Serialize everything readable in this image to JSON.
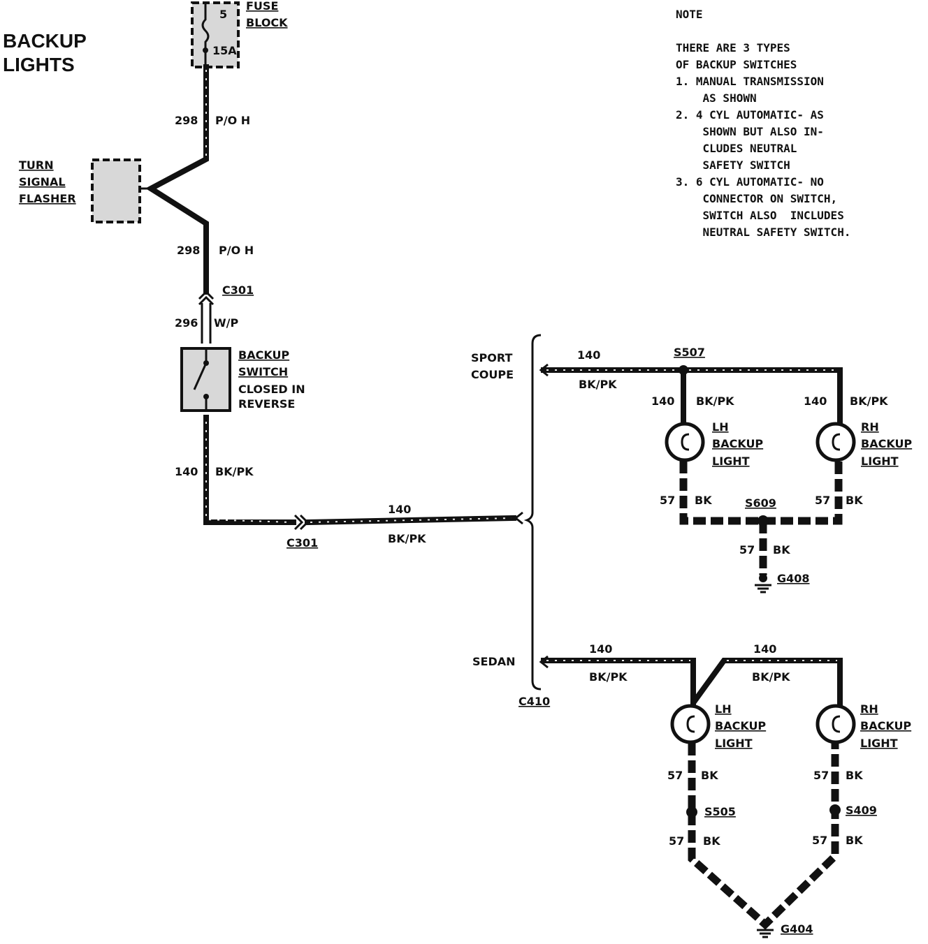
{
  "title": {
    "line1": "BACKUP",
    "line2": "LIGHTS"
  },
  "note": {
    "heading": "NOTE",
    "lines": [
      "THERE ARE 3 TYPES",
      "OF BACKUP SWITCHES",
      "1. MANUAL TRANSMISSION",
      "    AS SHOWN",
      "2. 4 CYL AUTOMATIC- AS",
      "    SHOWN BUT ALSO IN-",
      "    CLUDES NEUTRAL",
      "    SAFETY SWITCH",
      "3. 6 CYL AUTOMATIC- NO",
      "    CONNECTOR ON SWITCH,",
      "    SWITCH ALSO  INCLUDES",
      "    NEUTRAL SAFETY SWITCH."
    ]
  },
  "fuse": {
    "number": "5",
    "rating": "15A",
    "label1": "FUSE",
    "label2": "BLOCK"
  },
  "flasher": {
    "label1": "TURN",
    "label2": "SIGNAL",
    "label3": "FLASHER"
  },
  "switch": {
    "label1": "BACKUP",
    "label2": "SWITCH",
    "label3": "CLOSED IN",
    "label4": "REVERSE"
  },
  "wires": {
    "w298_top": {
      "circuit": "298",
      "color": "P/O H"
    },
    "w298_bot": {
      "circuit": "298",
      "color": "P/O H"
    },
    "w296": {
      "circuit": "296",
      "color": "W/P"
    },
    "w140_sw": {
      "circuit": "140",
      "color": "BK/PK"
    },
    "w140_main": {
      "circuit": "140",
      "color": "BK/PK"
    },
    "w140_sc": {
      "circuit": "140",
      "color": "BK/PK"
    },
    "w140_sc_lh": {
      "circuit": "140",
      "color": "BK/PK"
    },
    "w140_sc_rh": {
      "circuit": "140",
      "color": "BK/PK"
    },
    "w57_sc_lh": {
      "circuit": "57",
      "color": "BK"
    },
    "w57_sc_rh": {
      "circuit": "57",
      "color": "BK"
    },
    "w57_sc_gnd": {
      "circuit": "57",
      "color": "BK"
    },
    "w140_sd": {
      "circuit": "140",
      "color": "BK/PK"
    },
    "w140_sd_rh": {
      "circuit": "140",
      "color": "BK/PK"
    },
    "w57_sd_lh1": {
      "circuit": "57",
      "color": "BK"
    },
    "w57_sd_rh1": {
      "circuit": "57",
      "color": "BK"
    },
    "w57_sd_lh2": {
      "circuit": "57",
      "color": "BK"
    },
    "w57_sd_rh2": {
      "circuit": "57",
      "color": "BK"
    }
  },
  "connectors": {
    "c301_top": "C301",
    "c301_bot": "C301",
    "c410": "C410"
  },
  "splices": {
    "s507": "S507",
    "s609": "S609",
    "s505": "S505",
    "s409": "S409"
  },
  "grounds": {
    "g408": "G408",
    "g404": "G404"
  },
  "variants": {
    "sport1": "SPORT",
    "sport2": "COUPE",
    "sedan": "SEDAN"
  },
  "lamps": {
    "sc_lh": {
      "side": "LH",
      "l2": "BACKUP",
      "l3": "LIGHT"
    },
    "sc_rh": {
      "side": "RH",
      "l2": "BACKUP",
      "l3": "LIGHT"
    },
    "sd_lh": {
      "side": "LH",
      "l2": "BACKUP",
      "l3": "LIGHT"
    },
    "sd_rh": {
      "side": "RH",
      "l2": "BACKUP",
      "l3": "LIGHT"
    }
  }
}
